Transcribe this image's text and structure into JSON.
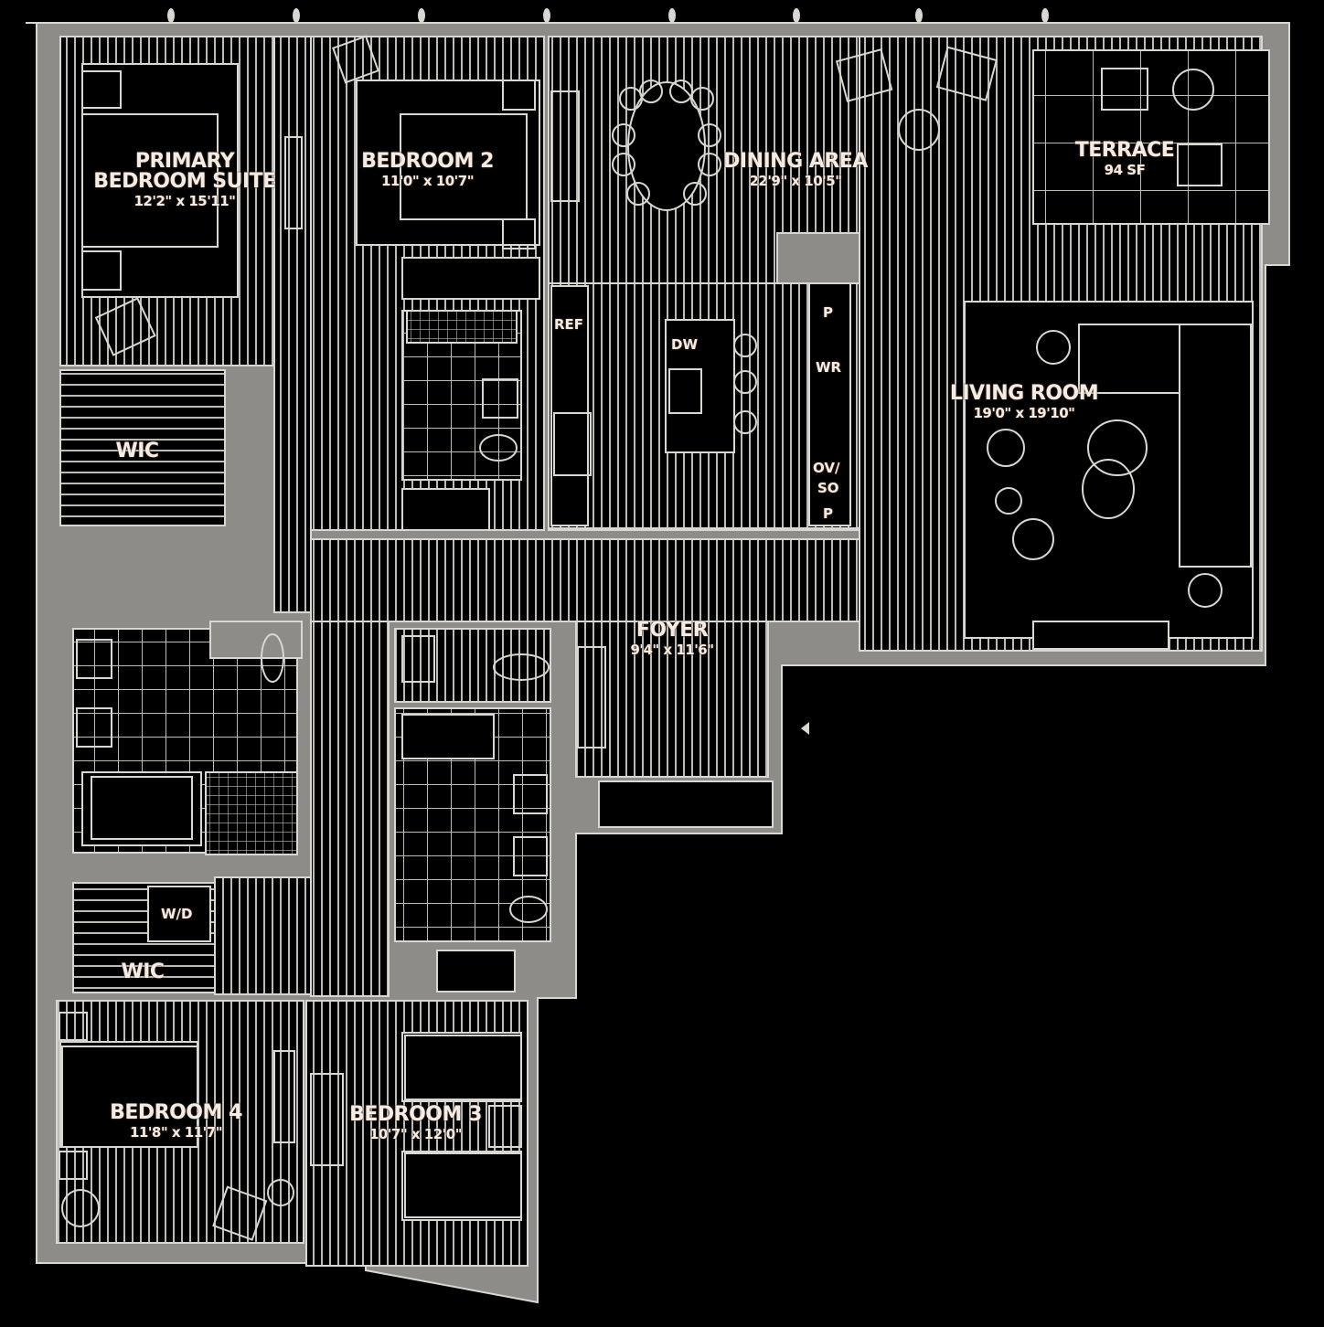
{
  "plan": {
    "colors": {
      "background": "#000000",
      "wall": "#8d8c89",
      "line": "#d9d7d2",
      "label": "#f3ece4"
    },
    "rooms": [
      {
        "id": "primary-bedroom",
        "name": "PRIMARY\nBEDROOM SUITE",
        "name_line1": "PRIMARY",
        "name_line2": "BEDROOM SUITE",
        "dimensions": "12'2\" x 15'11\""
      },
      {
        "id": "bedroom-2",
        "name": "BEDROOM 2",
        "dimensions": "11'0\" x 10'7\""
      },
      {
        "id": "dining-area",
        "name": "DINING AREA",
        "dimensions": "22'9\" x 10'5\""
      },
      {
        "id": "terrace",
        "name": "TERRACE",
        "dimensions": "94 SF"
      },
      {
        "id": "living-room",
        "name": "LIVING ROOM",
        "dimensions": "19'0\" x 19'10\""
      },
      {
        "id": "foyer",
        "name": "FOYER",
        "dimensions": "9'4\" x 11'6\""
      },
      {
        "id": "bedroom-4",
        "name": "BEDROOM 4",
        "dimensions": "11'8\" x 11'7\""
      },
      {
        "id": "bedroom-3",
        "name": "BEDROOM 3",
        "dimensions": "10'7\" x 12'0\""
      },
      {
        "id": "wic-1",
        "name": "WIC"
      },
      {
        "id": "wic-2",
        "name": "WIC"
      }
    ],
    "appliances": [
      {
        "id": "ref",
        "label": "REF"
      },
      {
        "id": "dw",
        "label": "DW"
      },
      {
        "id": "p-top",
        "label": "P"
      },
      {
        "id": "wr",
        "label": "WR"
      },
      {
        "id": "ov-so-1",
        "label": "OV/"
      },
      {
        "id": "ov-so-2",
        "label": "SO"
      },
      {
        "id": "p-bottom",
        "label": "P"
      },
      {
        "id": "wd",
        "label": "W/D"
      }
    ],
    "entry_marker": "entry-arrow"
  }
}
